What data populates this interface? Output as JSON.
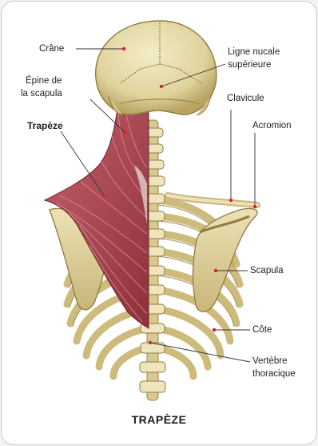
{
  "title": "TRAPÈZE",
  "labels": {
    "crane": "Crâne",
    "epine_line1": "Épine de",
    "epine_line2": "la scapula",
    "trapeze": "Trapèze",
    "ligne_line1": "Ligne nucale",
    "ligne_line2": "supérieure",
    "clavicule": "Clavicule",
    "acromion": "Acromion",
    "scapula": "Scapula",
    "cote": "Côte",
    "vertebre_line1": "Vertèbre",
    "vertebre_line2": "thoracique"
  },
  "colors": {
    "bone": "#e3d8a9",
    "bone_shadow": "#b8a66a",
    "muscle": "#a8424b",
    "muscle_light": "#c76670",
    "marker": "#d8203a",
    "leader": "#333333"
  }
}
